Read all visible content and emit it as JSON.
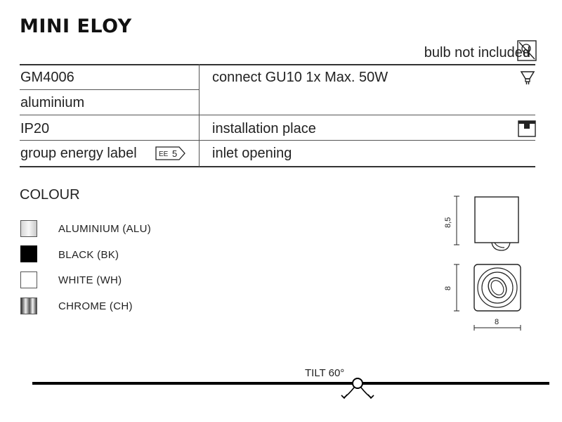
{
  "header": {
    "title": "MINI ELOY",
    "bulb_note": "bulb not included"
  },
  "spec_table": {
    "rows": [
      {
        "left": "GM4006",
        "right": "connect GU10 1x Max. 50W"
      },
      {
        "left": "aluminium",
        "right": ""
      },
      {
        "left": "IP20",
        "right": "installation place"
      },
      {
        "left": "group energy label",
        "right": "inlet opening"
      }
    ],
    "energy_badge": {
      "prefix": "EE",
      "value": "5"
    }
  },
  "colours": {
    "heading": "COLOUR",
    "items": [
      {
        "label": "ALUMINIUM (ALU)",
        "swatch": "aluminium"
      },
      {
        "label": "BLACK (BK)",
        "swatch": "#000000"
      },
      {
        "label": "WHITE (WH)",
        "swatch": "#ffffff"
      },
      {
        "label": "CHROME (CH)",
        "swatch": "chrome"
      }
    ]
  },
  "dimensions": {
    "height": "8,5",
    "depth": "8",
    "width": "8"
  },
  "tilt": {
    "label": "TILT 60°"
  }
}
